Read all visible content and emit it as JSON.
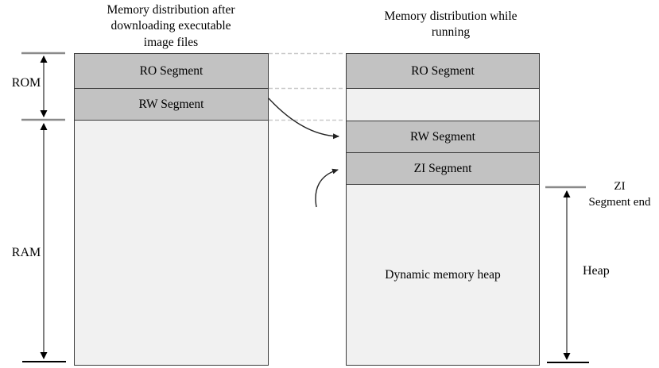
{
  "titles": {
    "left": "Memory distribution after\ndownloading executable\nimage files",
    "right": "Memory distribution while\nrunning"
  },
  "left_column": {
    "segments": [
      {
        "label": "RO Segment"
      },
      {
        "label": "RW Segment"
      }
    ]
  },
  "right_column": {
    "segments": [
      {
        "label": "RO Segment"
      },
      {
        "label": "RW Segment"
      },
      {
        "label": "ZI Segment"
      },
      {
        "label": "Dynamic memory heap"
      }
    ]
  },
  "annotations": {
    "rom": "ROM",
    "ram": "RAM",
    "zi_segment_end": "ZI\nSegment end",
    "heap": "Heap"
  },
  "colors": {
    "segment_fill": "#c2c2c2",
    "light_fill": "#f1f1f1",
    "border": "#3c3c3c",
    "dashed_line": "#c9c9c9",
    "tick_gray": "#8a8a8a",
    "tick_black": "#000000",
    "arrow_shaft": "#4a4a4a",
    "arrowhead": "#000000"
  }
}
